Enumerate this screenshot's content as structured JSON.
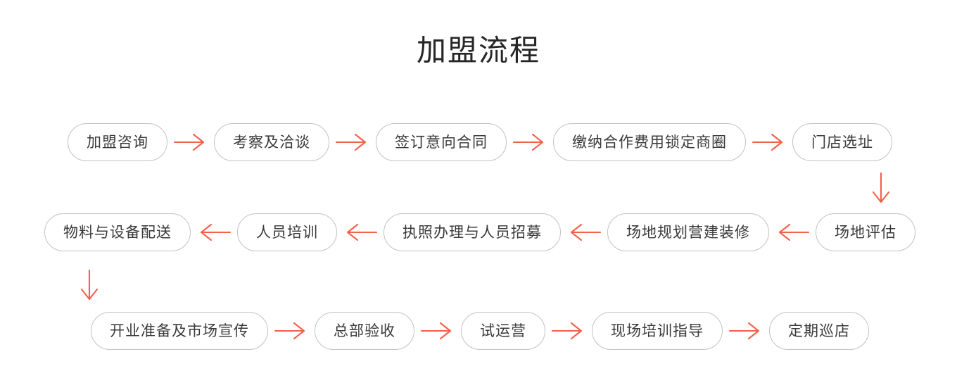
{
  "title": "加盟流程",
  "accent_color": "#F4604A",
  "node_border_color": "#C2C2C2",
  "text_color": "#3A3A3A",
  "background_color": "#FFFFFF",
  "diagram": {
    "type": "flowchart",
    "direction": "boustrophedon",
    "rows": [
      {
        "flow": "left-to-right",
        "arrow": "arrow-right",
        "nodes": [
          {
            "label": "加盟咨询"
          },
          {
            "label": "考察及洽谈"
          },
          {
            "label": "签订意向合同"
          },
          {
            "label": "缴纳合作费用锁定商圈"
          },
          {
            "label": "门店选址"
          }
        ]
      },
      {
        "flow": "right-to-left",
        "arrow": "arrow-left",
        "nodes": [
          {
            "label": "物料与设备配送"
          },
          {
            "label": "人员培训"
          },
          {
            "label": "执照办理与人员招募"
          },
          {
            "label": "场地规划营建装修"
          },
          {
            "label": "场地评估"
          }
        ]
      },
      {
        "flow": "left-to-right",
        "arrow": "arrow-right",
        "nodes": [
          {
            "label": "开业准备及市场宣传"
          },
          {
            "label": "总部验收"
          },
          {
            "label": "试运营"
          },
          {
            "label": "现场培训指导"
          },
          {
            "label": "定期巡店"
          }
        ]
      }
    ],
    "vertical_connectors": [
      {
        "from": "门店选址",
        "to": "场地评估",
        "arrow": "arrow-down",
        "side": "right"
      },
      {
        "from": "物料与设备配送",
        "to": "开业准备及市场宣传",
        "arrow": "arrow-down",
        "side": "left"
      }
    ]
  }
}
